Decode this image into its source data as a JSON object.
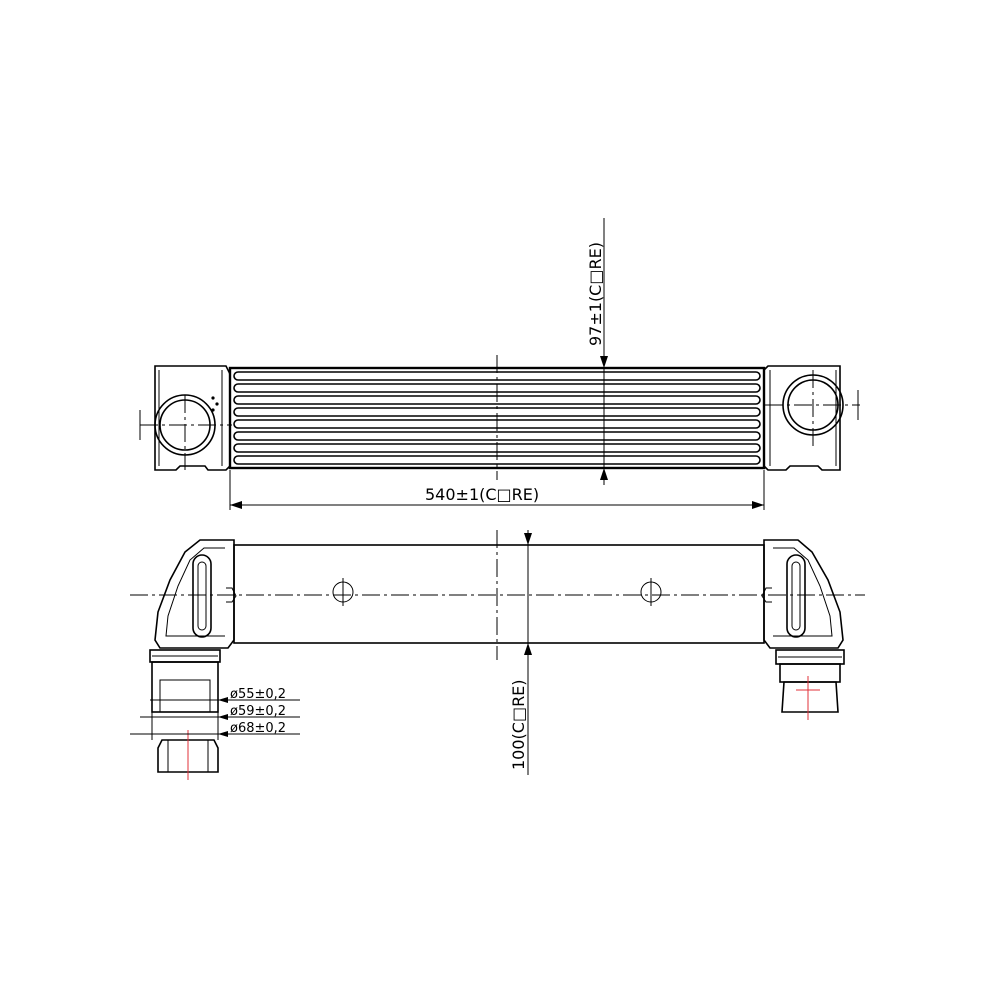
{
  "dimensions": {
    "core_length": "540±1(C□RE)",
    "core_height": "97±1(C□RE)",
    "core_depth": "100(C□RE)",
    "diameter_1": "ø55±0,2",
    "diameter_2": "ø59±0,2",
    "diameter_3": "ø68±0,2"
  },
  "colors": {
    "line": "#000000",
    "marker": "#e0303a",
    "background": "#ffffff"
  }
}
